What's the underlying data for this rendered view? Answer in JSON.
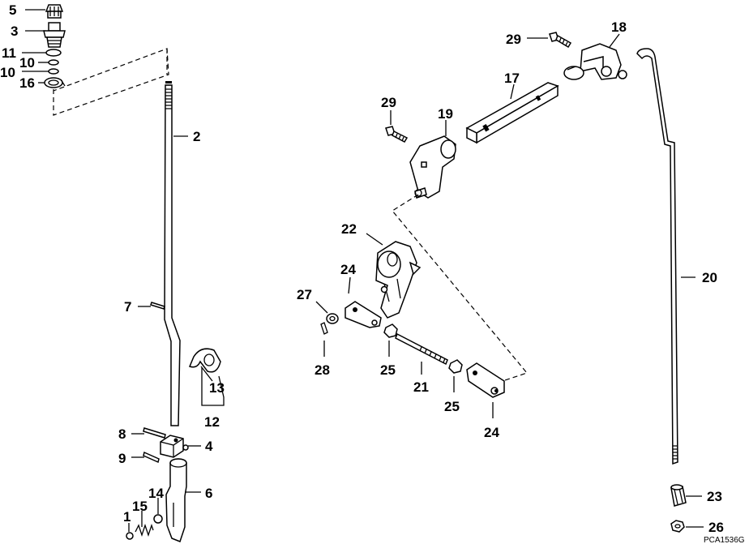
{
  "callouts": {
    "c5": "5",
    "c3": "3",
    "c11": "11",
    "c10a": "10",
    "c10b": "10",
    "c16": "16",
    "c2": "2",
    "c7": "7",
    "c13": "13",
    "c12": "12",
    "c8": "8",
    "c4": "4",
    "c9": "9",
    "c6": "6",
    "c14": "14",
    "c15": "15",
    "c1": "1",
    "c29a": "29",
    "c29b": "29",
    "c18": "18",
    "c17": "17",
    "c19": "19",
    "c22": "22",
    "c24a": "24",
    "c27": "27",
    "c28": "28",
    "c25a": "25",
    "c21": "21",
    "c25b": "25",
    "c24b": "24",
    "c20": "20",
    "c23": "23",
    "c26": "26"
  },
  "reference_code": "PCA1536G"
}
